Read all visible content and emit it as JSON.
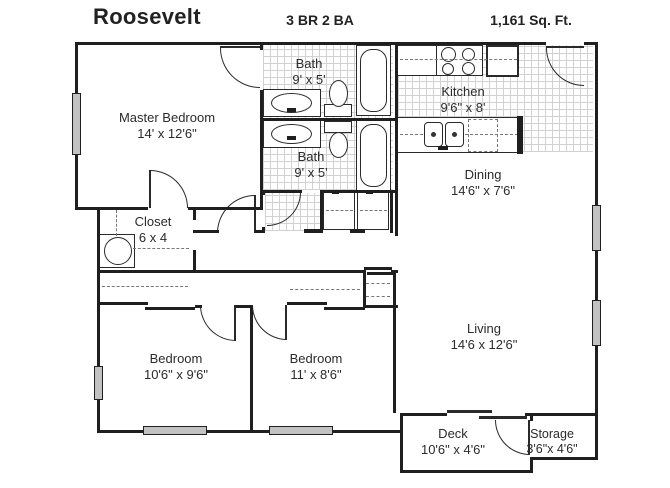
{
  "header": {
    "title": "Roosevelt",
    "beds_baths": "3 BR 2 BA",
    "area": "1,161 Sq. Ft."
  },
  "rooms": {
    "master": {
      "name": "Master Bedroom",
      "dims": "14' x 12'6\""
    },
    "bath1": {
      "name": "Bath",
      "dims": "9' x 5'"
    },
    "bath2": {
      "name": "Bath",
      "dims": "9' x 5'"
    },
    "kitchen": {
      "name": "Kitchen",
      "dims": "9'6\" x 8'"
    },
    "dining": {
      "name": "Dining",
      "dims": "14'6\" x 7'6\""
    },
    "living": {
      "name": "Living",
      "dims": "14'6 x 12'6\""
    },
    "closet": {
      "name": "Closet",
      "dims": "6 x 4"
    },
    "bedroom1": {
      "name": "Bedroom",
      "dims": "10'6\" x 9'6\""
    },
    "bedroom2": {
      "name": "Bedroom",
      "dims": "11' x 8'6\""
    },
    "deck": {
      "name": "Deck",
      "dims": "10'6\" x 4'6\""
    },
    "storage": {
      "name": "Storage",
      "dims": "3'6\"x 4'6\""
    }
  },
  "colors": {
    "wall": "#1f1f1f",
    "tile_line": "#d2d2d2",
    "text": "#2b2b2b",
    "window_fill": "#c2c2c2"
  }
}
